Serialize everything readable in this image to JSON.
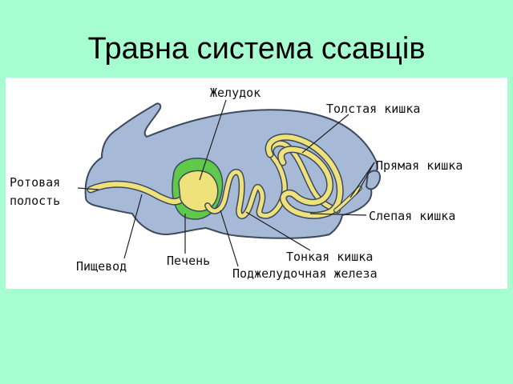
{
  "slide": {
    "title": "Травна система ссавців"
  },
  "colors": {
    "background": "#a6fdd0",
    "panel": "#ffffff",
    "body": "#a6b9d6",
    "outline": "#3d4a5e",
    "digestive_tract": "#f0e27a",
    "liver": "#5ec94a"
  },
  "labels": {
    "stomach": "Желудок",
    "large_intestine": "Толстая кишка",
    "rectum": "Прямая кишка",
    "oral_cavity_line1": "Ротовая",
    "oral_cavity_line2": "полость",
    "caecum": "Слепая кишка",
    "small_intestine": "Тонкая кишка",
    "esophagus": "Пищевод",
    "liver": "Печень",
    "pancreas": "Поджелудочная железа"
  }
}
